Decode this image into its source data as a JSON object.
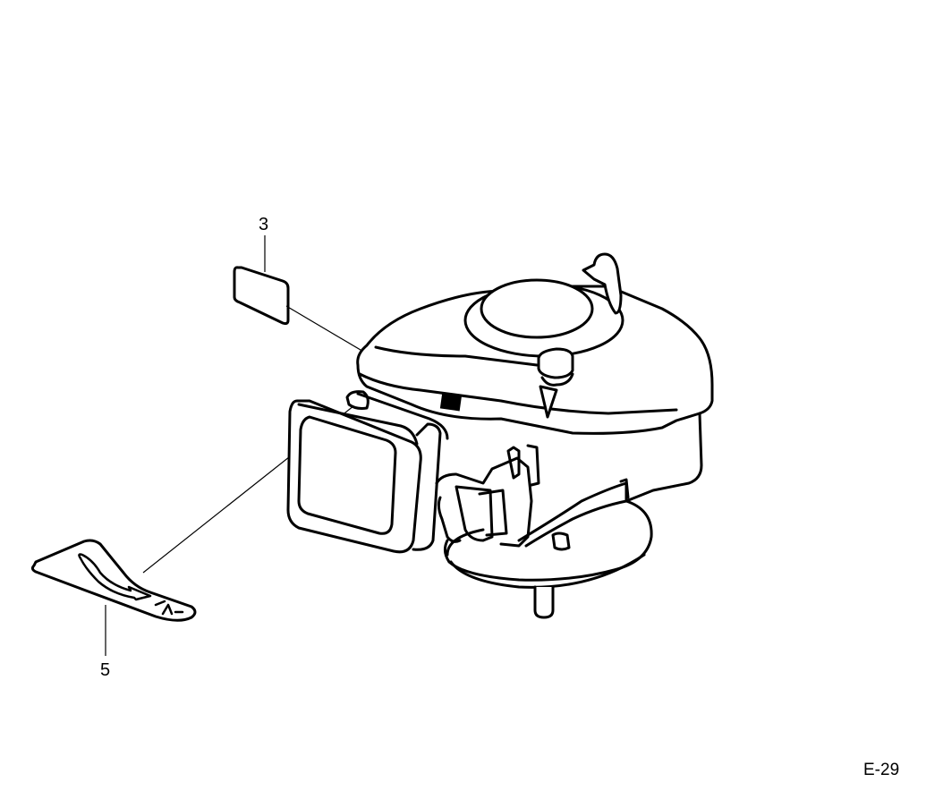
{
  "diagram": {
    "type": "exploded-parts-illustration",
    "subject": "engine",
    "callouts": [
      {
        "number": "3",
        "part": "label-plate"
      },
      {
        "number": "5",
        "part": "arrow-decal"
      }
    ],
    "page_label": "E-29"
  }
}
